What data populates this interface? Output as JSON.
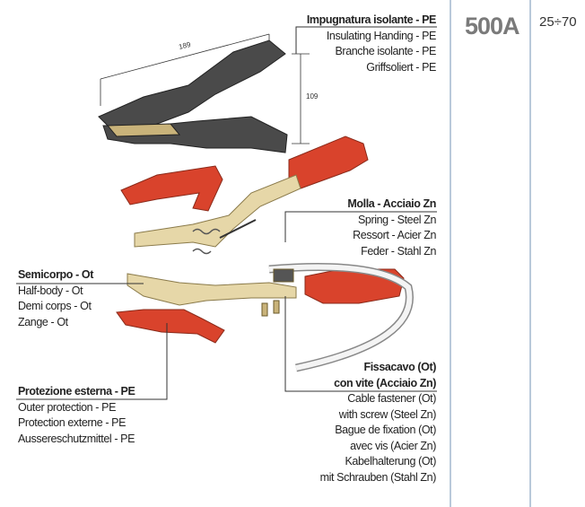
{
  "rating": {
    "current": "500A",
    "section": "25÷70"
  },
  "dimensions": {
    "length": "189",
    "height": "109"
  },
  "labels": {
    "handle": {
      "title": "Impugnatura isolante - PE",
      "lines": [
        "Insulating Handing - PE",
        "Branche isolante - PE",
        "Griffsoliert - PE"
      ]
    },
    "spring": {
      "title": "Molla - Acciaio Zn",
      "lines": [
        "Spring - Steel Zn",
        "Ressort - Acier Zn",
        "Feder - Stahl Zn"
      ]
    },
    "halfbody": {
      "title": "Semicorpo - Ot",
      "lines": [
        "Half-body - Ot",
        "Demi corps - Ot",
        "Zange - Ot"
      ]
    },
    "protection": {
      "title": "Protezione esterna - PE",
      "lines": [
        "Outer protection - PE",
        "Protection externe - PE",
        "Aussereschutzmittel - PE"
      ]
    },
    "fastener": {
      "title": [
        "Fissacavo (Ot)",
        "con vite (Acciaio Zn)"
      ],
      "lines": [
        "Cable fastener (Ot)",
        "with screw (Steel Zn)",
        "Bague de fixation (Ot)",
        "avec vis (Acier Zn)",
        "Kabelhalterung (Ot)",
        "mit Schrauben (Stahl Zn)"
      ]
    }
  },
  "colors": {
    "red": "#d9432c",
    "black": "#4a4a4a",
    "brass": "#e6d7a8",
    "divider": "#b9c9da"
  }
}
